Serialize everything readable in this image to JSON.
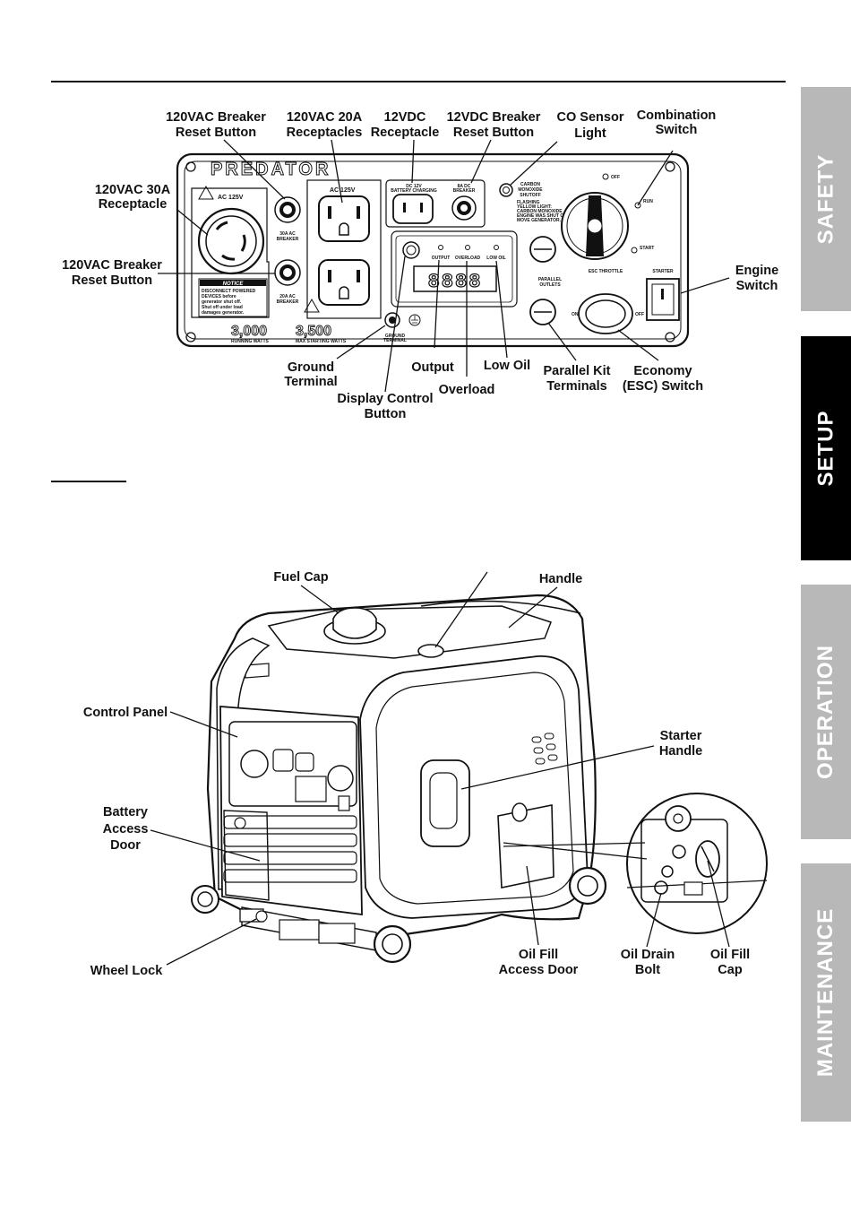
{
  "side_tabs": [
    {
      "label": "SAFETY"
    },
    {
      "label": "SETUP"
    },
    {
      "label": "OPERATION"
    },
    {
      "label": "MAINTENANCE"
    }
  ],
  "panel_callouts": {
    "breaker_30_top": [
      "120VAC Breaker",
      "Reset Button"
    ],
    "recept_20a": [
      "120VAC 20A",
      "Receptacles"
    ],
    "dc_recept": [
      "12VDC",
      "Receptacle"
    ],
    "dc_breaker": [
      "12VDC Breaker",
      "Reset Button"
    ],
    "co_sensor": [
      "CO Sensor",
      "Light"
    ],
    "combo_switch": [
      "Combination",
      "Switch"
    ],
    "recept_30a": [
      "120VAC 30A",
      "Receptacle"
    ],
    "breaker_20_left": [
      "120VAC Breaker",
      "Reset Button"
    ],
    "engine_switch": [
      "Engine",
      "Switch"
    ],
    "ground": [
      "Ground",
      "Terminal"
    ],
    "display_btn": [
      "Display Control",
      "Button"
    ],
    "output": [
      "Output"
    ],
    "overload": [
      "Overload"
    ],
    "low_oil": [
      "Low Oil"
    ],
    "parallel": [
      "Parallel Kit",
      "Terminals"
    ],
    "economy": [
      "Economy",
      "(ESC) Switch"
    ]
  },
  "panel_markings": {
    "brand": "PREDATOR",
    "ac_125v_left": "AC 125V",
    "ac_125v_right": "AC 125V",
    "breaker_30": [
      "30A AC",
      "BREAKER"
    ],
    "breaker_20": [
      "20A AC",
      "BREAKER"
    ],
    "notice_title": "NOTICE",
    "notice_body": [
      "DISCONNECT POWERED",
      "DEVICES before",
      "generator shut off.",
      "Shut off under load",
      "damages generator."
    ],
    "dc_label": [
      "DC 12V",
      "BATTERY CHARGING"
    ],
    "dc_breaker_label": [
      "8A DC",
      "BREAKER"
    ],
    "co_label": [
      "CARBON",
      "MONOXIDE",
      "SHUTOFF"
    ],
    "co_warning": [
      "FLASHING",
      "YELLOW LIGHT:",
      "CARBON MONOXIDE",
      "ENGINE WAS SHUT OFF.",
      "MOVE GENERATOR."
    ],
    "indicators": [
      "OUTPUT",
      "OVERLOAD",
      "LOW OIL"
    ],
    "display_digits": "8888",
    "dial_off": "OFF",
    "dial_run": "RUN",
    "dial_start": "START",
    "parallel": [
      "PARALLEL",
      "OUTLETS"
    ],
    "esc_throttle": "ESC THROTTLE",
    "starter": "STARTER",
    "esc_on": "ON",
    "esc_off": "OFF",
    "running_watts_value": "3,000",
    "running_watts_label": "RUNNING WATTS",
    "starting_watts_value": "3,500",
    "starting_watts_label": "MAX STARTING WATTS",
    "ground": [
      "GROUND",
      "TERMINAL"
    ]
  },
  "generator_callouts": {
    "fuel_cap": [
      "Fuel Cap"
    ],
    "handle": [
      "Handle"
    ],
    "control_panel": [
      "Control Panel"
    ],
    "starter_handle": [
      "Starter",
      "Handle"
    ],
    "battery_door": [
      "Battery",
      "Access",
      "Door"
    ],
    "wheel_lock": [
      "Wheel Lock"
    ],
    "oil_fill_door": [
      "Oil Fill",
      "Access Door"
    ],
    "oil_drain_bolt": [
      "Oil Drain",
      "Bolt"
    ],
    "oil_fill_cap": [
      "Oil Fill",
      "Cap"
    ]
  }
}
